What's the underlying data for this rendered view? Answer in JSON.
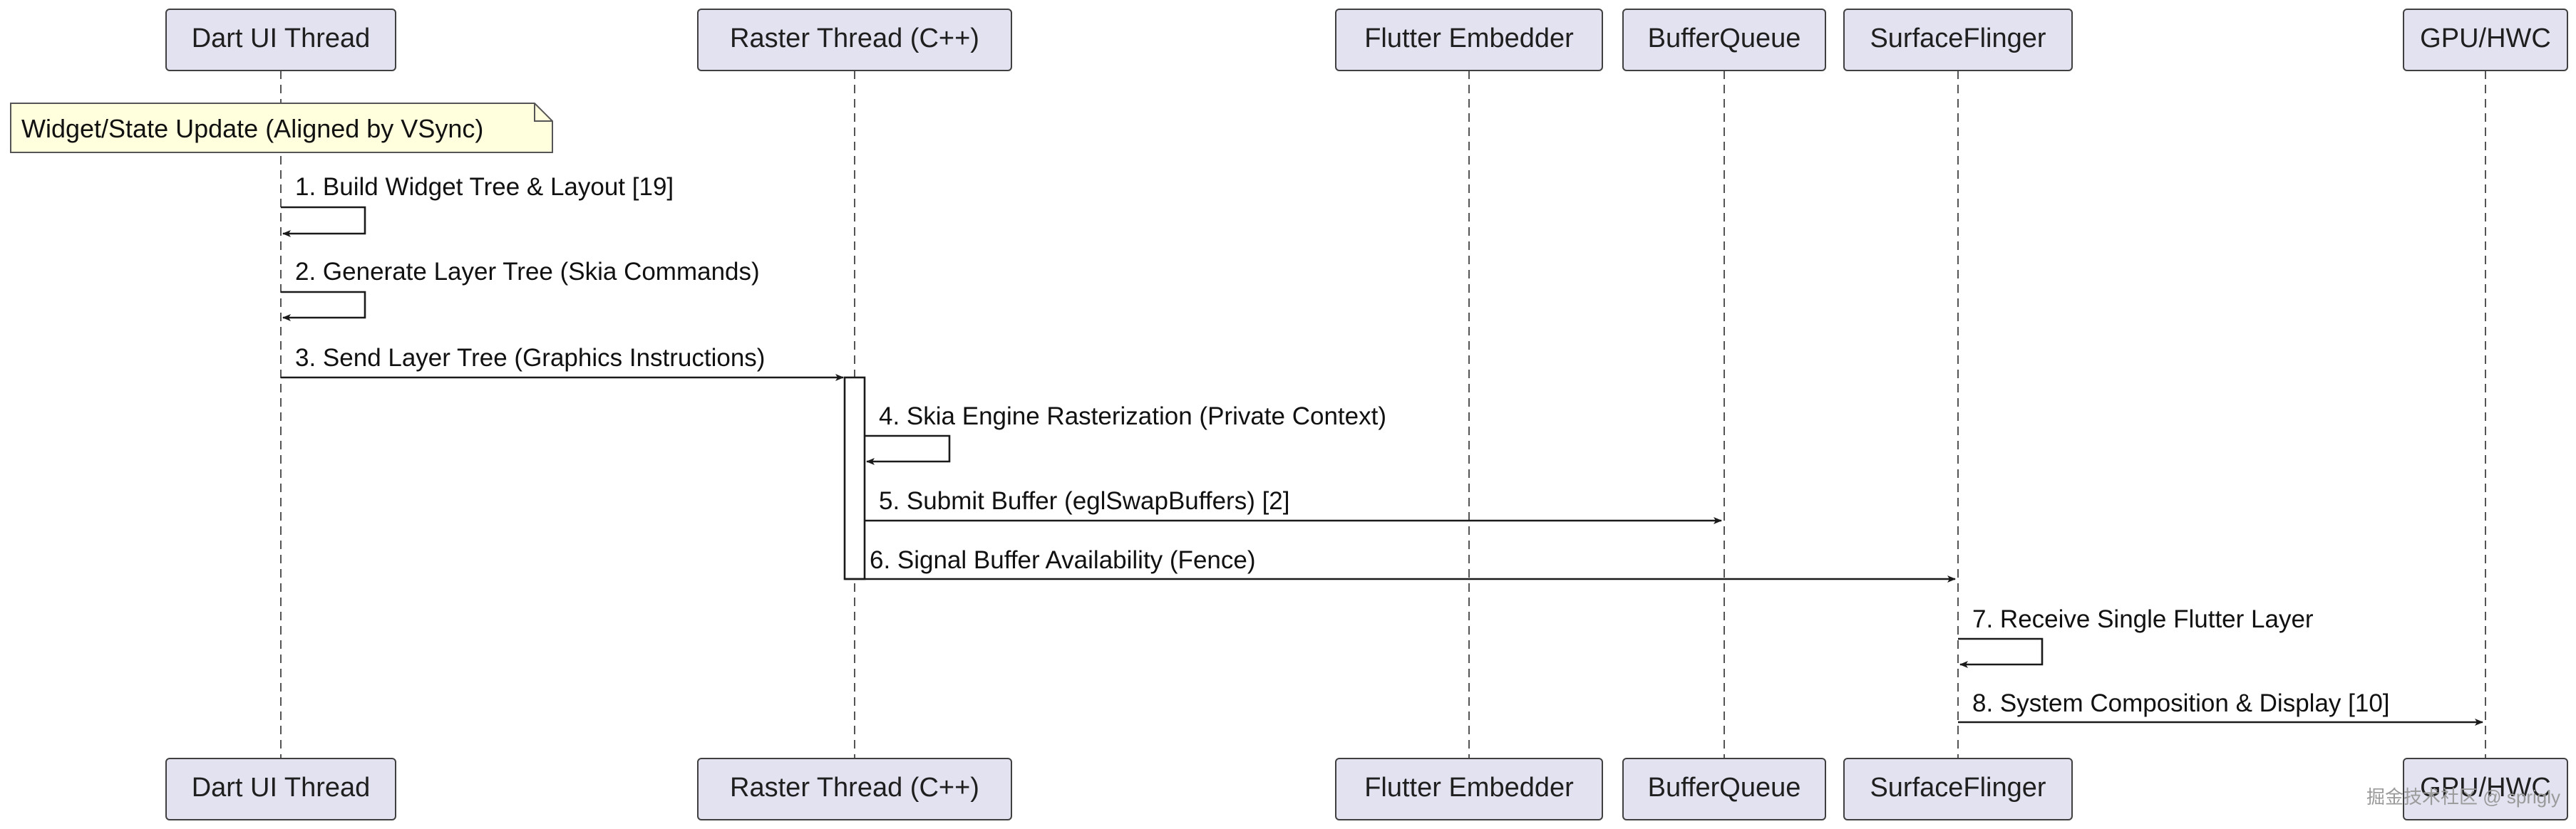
{
  "participants": [
    {
      "id": "dart",
      "label": "Dart UI Thread"
    },
    {
      "id": "raster",
      "label": "Raster Thread (C++)"
    },
    {
      "id": "embedder",
      "label": "Flutter Embedder"
    },
    {
      "id": "bufferqueue",
      "label": "BufferQueue"
    },
    {
      "id": "surfaceflinger",
      "label": "SurfaceFlinger"
    },
    {
      "id": "gpu",
      "label": "GPU/HWC"
    }
  ],
  "note": {
    "text": "Widget/State Update (Aligned by VSync)"
  },
  "messages": [
    {
      "label": "1. Build Widget Tree & Layout [19]",
      "from": "dart",
      "to": "dart"
    },
    {
      "label": "2. Generate Layer Tree (Skia Commands)",
      "from": "dart",
      "to": "dart"
    },
    {
      "label": "3. Send Layer Tree (Graphics Instructions)",
      "from": "dart",
      "to": "raster"
    },
    {
      "label": "4. Skia Engine Rasterization (Private Context)",
      "from": "raster",
      "to": "raster"
    },
    {
      "label": "5. Submit Buffer (eglSwapBuffers) [2]",
      "from": "raster",
      "to": "bufferqueue"
    },
    {
      "label": "6. Signal Buffer Availability (Fence)",
      "from": "raster",
      "to": "surfaceflinger"
    },
    {
      "label": "7. Receive Single Flutter Layer",
      "from": "surfaceflinger",
      "to": "surfaceflinger"
    },
    {
      "label": "8. System Composition & Display [10]",
      "from": "surfaceflinger",
      "to": "gpu"
    }
  ],
  "activation": {
    "participant": "raster",
    "from_message": 3,
    "to_message": 6
  },
  "watermark": "掘金技术社区 @ sprigly"
}
